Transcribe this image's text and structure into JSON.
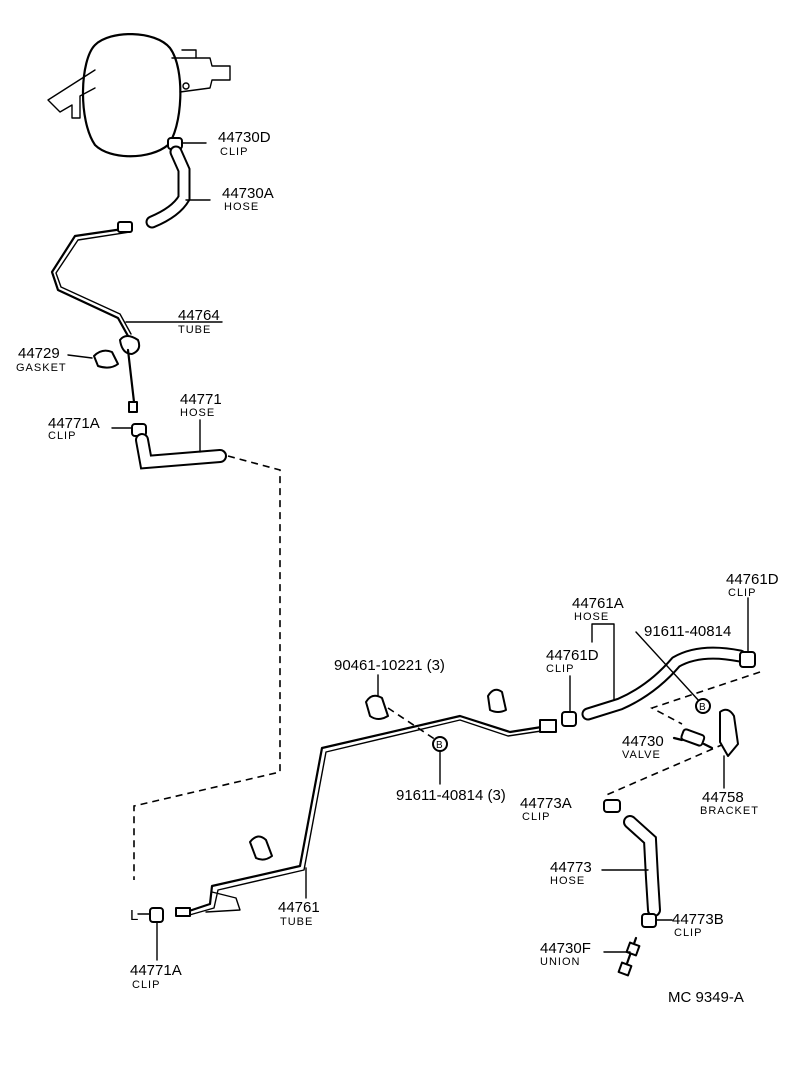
{
  "labels": {
    "p44730D": {
      "num": "44730D",
      "name": "CLIP"
    },
    "p44730A": {
      "num": "44730A",
      "name": "HOSE"
    },
    "p44764": {
      "num": "44764",
      "name": "TUBE"
    },
    "p44729": {
      "num": "44729",
      "name": "GASKET"
    },
    "p44771": {
      "num": "44771",
      "name": "HOSE"
    },
    "p44771A_top": {
      "num": "44771A",
      "name": "CLIP"
    },
    "p44771A_bottom": {
      "num": "44771A",
      "name": "CLIP"
    },
    "p44761": {
      "num": "44761",
      "name": "TUBE"
    },
    "p90461": {
      "num": "90461-10221 (3)"
    },
    "p91611_left": {
      "num": "91611-40814 (3)"
    },
    "p91611_right": {
      "num": "91611-40814"
    },
    "p44761A": {
      "num": "44761A",
      "name": "HOSE"
    },
    "p44761D_mid": {
      "num": "44761D",
      "name": "CLIP"
    },
    "p44761D_right": {
      "num": "44761D",
      "name": "CLIP"
    },
    "p44730": {
      "num": "44730",
      "name": "VALVE"
    },
    "p44758": {
      "num": "44758",
      "name": "BRACKET"
    },
    "p44773A": {
      "num": "44773A",
      "name": "CLIP"
    },
    "p44773": {
      "num": "44773",
      "name": "HOSE"
    },
    "p44773B": {
      "num": "44773B",
      "name": "CLIP"
    },
    "p44730F": {
      "num": "44730F",
      "name": "UNION"
    }
  },
  "markers": {
    "b_left": "B",
    "b_right": "B",
    "l_mark": "L"
  },
  "figure_code": "MC  9349-A"
}
